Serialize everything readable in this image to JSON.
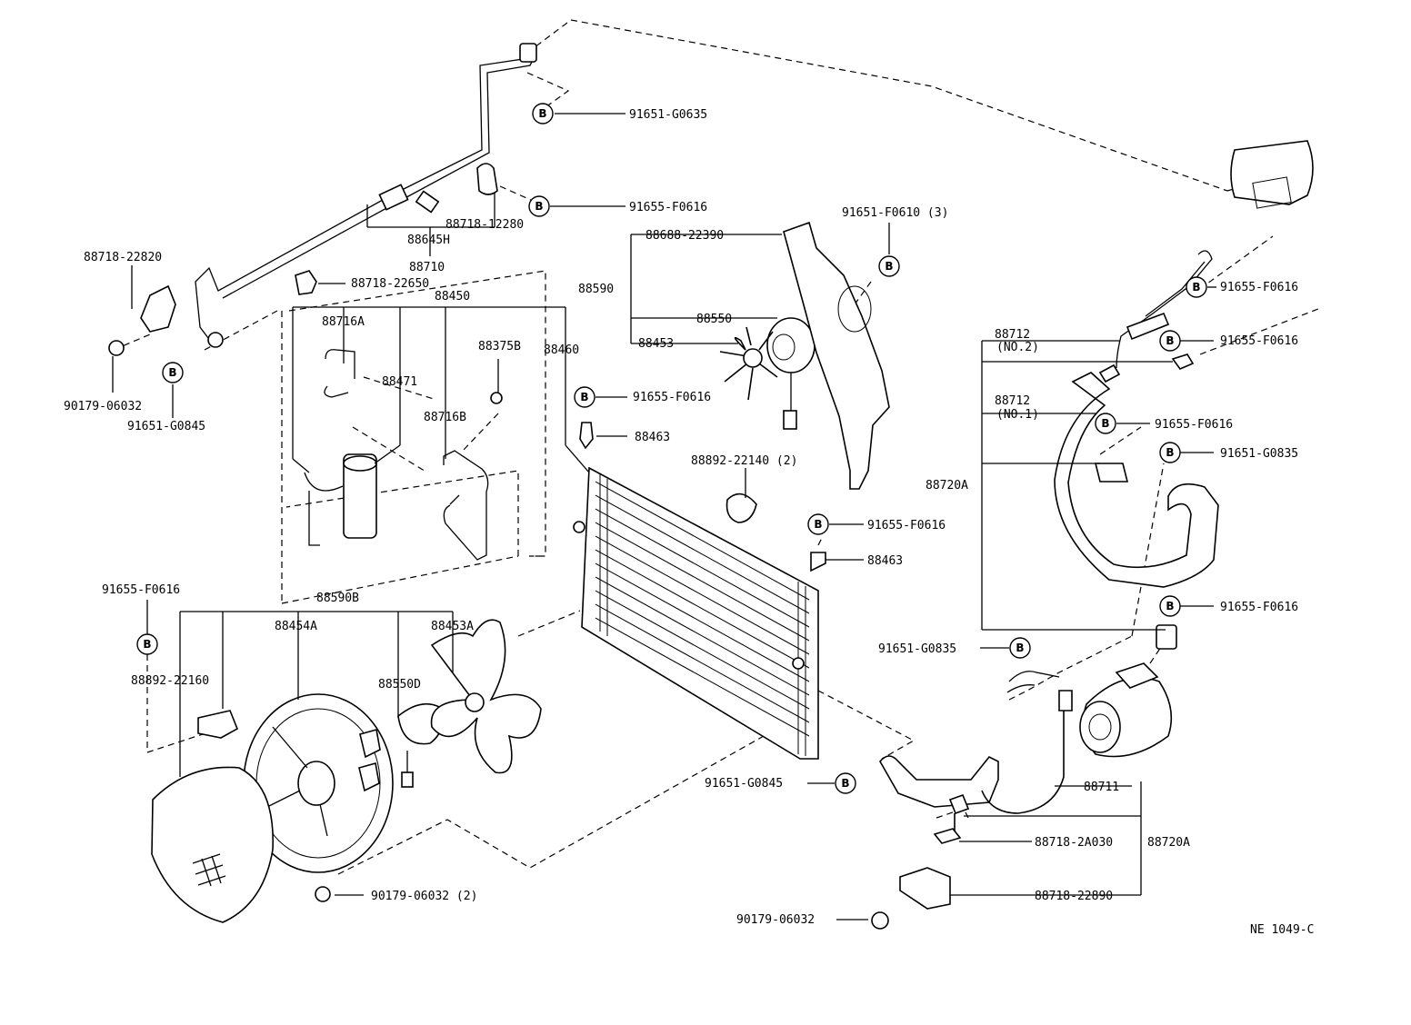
{
  "diagram_id": "NE 1049-C",
  "callout_letter": "B",
  "labels": {
    "p91651_G0635": "91651-G0635",
    "p91655_F0616_top": "91655-F0616",
    "p88718_12280": "88718-12280",
    "p88645H": "88645H",
    "p88710": "88710",
    "p88718_22820": "88718-22820",
    "p88718_22650": "88718-22650",
    "p88450": "88450",
    "p88716A": "88716A",
    "p88471": "88471",
    "p88375B": "88375B",
    "p88460": "88460",
    "p88716B": "88716B",
    "p90179_06032_left": "90179-06032",
    "p91651_G0845_left": "91651-G0845",
    "p88688_22390": "88688-22390",
    "p88590": "88590",
    "p88550": "88550",
    "p88453": "88453",
    "p91651_F0610": "91651-F0610 (3)",
    "p91655_F0616_mid": "91655-F0616",
    "p88463_a": "88463",
    "p88892_22140": "88892-22140 (2)",
    "p91655_F0616_cond": "91655-F0616",
    "p88463_b": "88463",
    "p91655_F0616_left": "91655-F0616",
    "p88590B": "88590B",
    "p88454A": "88454A",
    "p88453A": "88453A",
    "p88892_22160": "88892-22160",
    "p88550D": "88550D",
    "p90179_06032_2": "90179-06032 (2)",
    "p91651_G0845_bot": "91651-G0845",
    "p91655_F0616_r1": "91655-F0616",
    "p91655_F0616_r2": "91655-F0616",
    "p88712_no2": "88712",
    "p88712_no2_sub": "(NO.2)",
    "p88712_no1": "88712",
    "p88712_no1_sub": "(NO.1)",
    "p91655_F0616_r3": "91655-F0616",
    "p91651_G0835_r": "91651-G0835",
    "p88720A_top": "88720A",
    "p91655_F0616_r4": "91655-F0616",
    "p91651_G0835_mid": "91651-G0835",
    "p88711": "88711",
    "p88718_2A030": "88718-2A030",
    "p88720A_bot": "88720A",
    "p88718_22890": "88718-22890",
    "p90179_06032_bot": "90179-06032"
  }
}
